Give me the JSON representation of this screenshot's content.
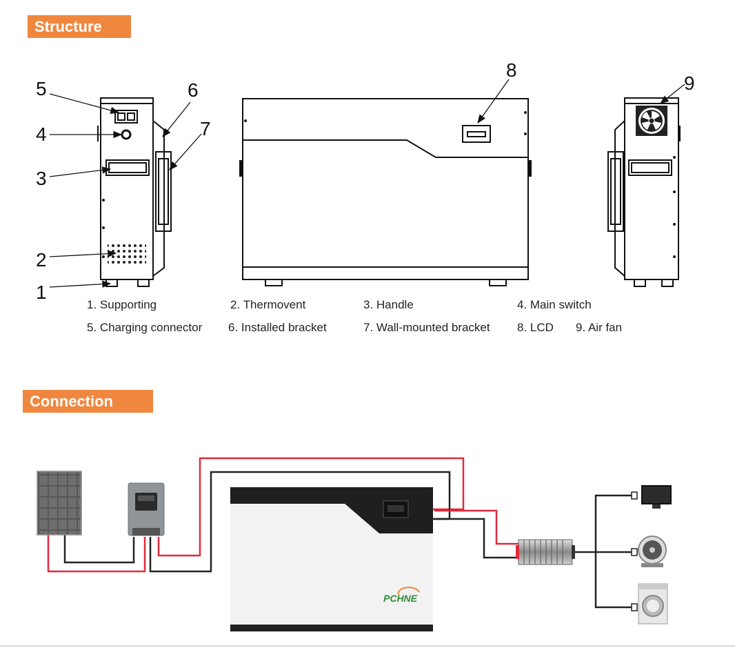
{
  "headers": {
    "structure": "Structure",
    "connection": "Connection"
  },
  "callouts": [
    "1",
    "2",
    "3",
    "4",
    "5",
    "6",
    "7",
    "8",
    "9"
  ],
  "legend": [
    "1. Supporting",
    "2. Thermovent",
    "3. Handle",
    "4. Main switch",
    "5. Charging connector",
    "6. Installed bracket",
    "7. Wall-mounted bracket",
    "8. LCD",
    "9. Air fan"
  ],
  "brand": "PCHNE",
  "colors": {
    "accent": "#f0873e",
    "positive_wire": "#e0293a",
    "negative_wire": "#222222"
  }
}
